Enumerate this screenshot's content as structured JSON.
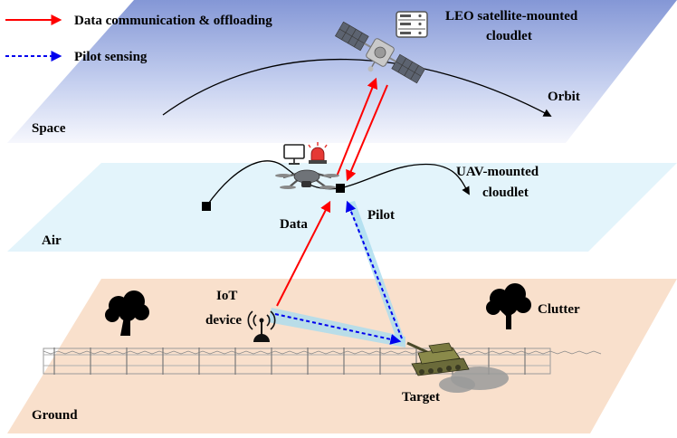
{
  "legend": {
    "data_label": "Data communication & offloading",
    "pilot_label": "Pilot sensing"
  },
  "layers": {
    "space": "Space",
    "air": "Air",
    "ground": "Ground"
  },
  "labels": {
    "leo_line1": "LEO satellite-mounted",
    "leo_line2": "cloudlet",
    "orbit": "Orbit",
    "uav_line1": "UAV-mounted",
    "uav_line2": "cloudlet",
    "data": "Data",
    "pilot": "Pilot",
    "iot_line1": "IoT",
    "iot_line2": "device",
    "clutter": "Clutter",
    "target": "Target"
  },
  "icons": {
    "satellite": "satellite-icon",
    "server": "server-icon",
    "drone": "drone-icon",
    "monitor": "monitor-icon",
    "alarm": "alarm-light-icon",
    "antenna": "antenna-icon",
    "tree": "tree-icon",
    "tank": "tank-icon",
    "fence": "fence"
  },
  "colors": {
    "data_arrow": "#ff0000",
    "pilot_arrow": "#0000ee",
    "sensing_beam": "#a9dcef",
    "space_plane_top": "#8a9fd8",
    "space_plane_bottom": "#f4f6fd",
    "air_plane": "#e3f4fb",
    "ground_plane": "#f9e0cc"
  }
}
